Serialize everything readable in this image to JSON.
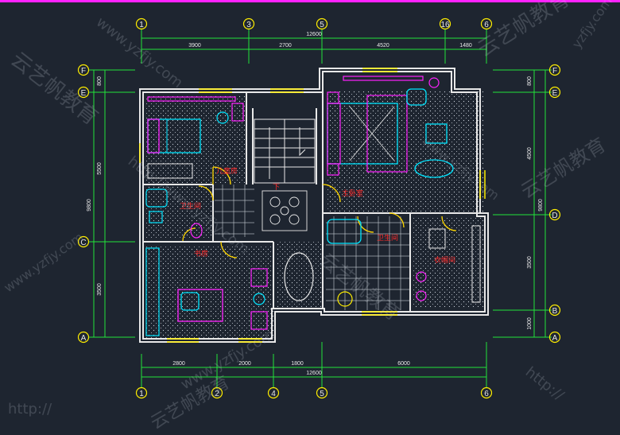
{
  "colors": {
    "background": "#1e2530",
    "wall": "#e8e8e8",
    "dimension": "#22e33a",
    "axis": "#ffee00",
    "furniture_cyan": "#00e5ff",
    "furniture_magenta": "#ff22ff",
    "door": "#ffd700",
    "room_label": "#ff2a2a",
    "top_border": "#ff22ff"
  },
  "axes": {
    "top": [
      "1",
      "3",
      "5",
      "16",
      "6"
    ],
    "bottom": [
      "1",
      "2",
      "4",
      "5",
      "6"
    ],
    "left": [
      "F",
      "E",
      "C",
      "A"
    ],
    "right": [
      "F",
      "E",
      "D",
      "B",
      "A"
    ]
  },
  "dimensions": {
    "top_total": "12600",
    "top_segments": [
      "3900",
      "2700",
      "4520",
      "1480"
    ],
    "bottom_total": "12600",
    "bottom_segments": [
      "2800",
      "2000",
      "1800",
      "6000"
    ],
    "left_segments": [
      "800",
      "5500",
      "3500"
    ],
    "left_total": "9800",
    "right_segments": [
      "800",
      "4500",
      "3500",
      "1000"
    ],
    "right_total": "9800"
  },
  "rooms": {
    "kids_room": "儿童房",
    "master_bedroom": "主卧室",
    "bathroom_left": "卫生间",
    "bathroom_right": "卫生间",
    "study": "书房",
    "cloakroom": "衣帽间",
    "stair_down": "下"
  },
  "watermarks": [
    "云艺帆教育",
    "www.yzfjy.com",
    "http://www.yzfjy.com",
    "yzfjy.com",
    "http://"
  ]
}
